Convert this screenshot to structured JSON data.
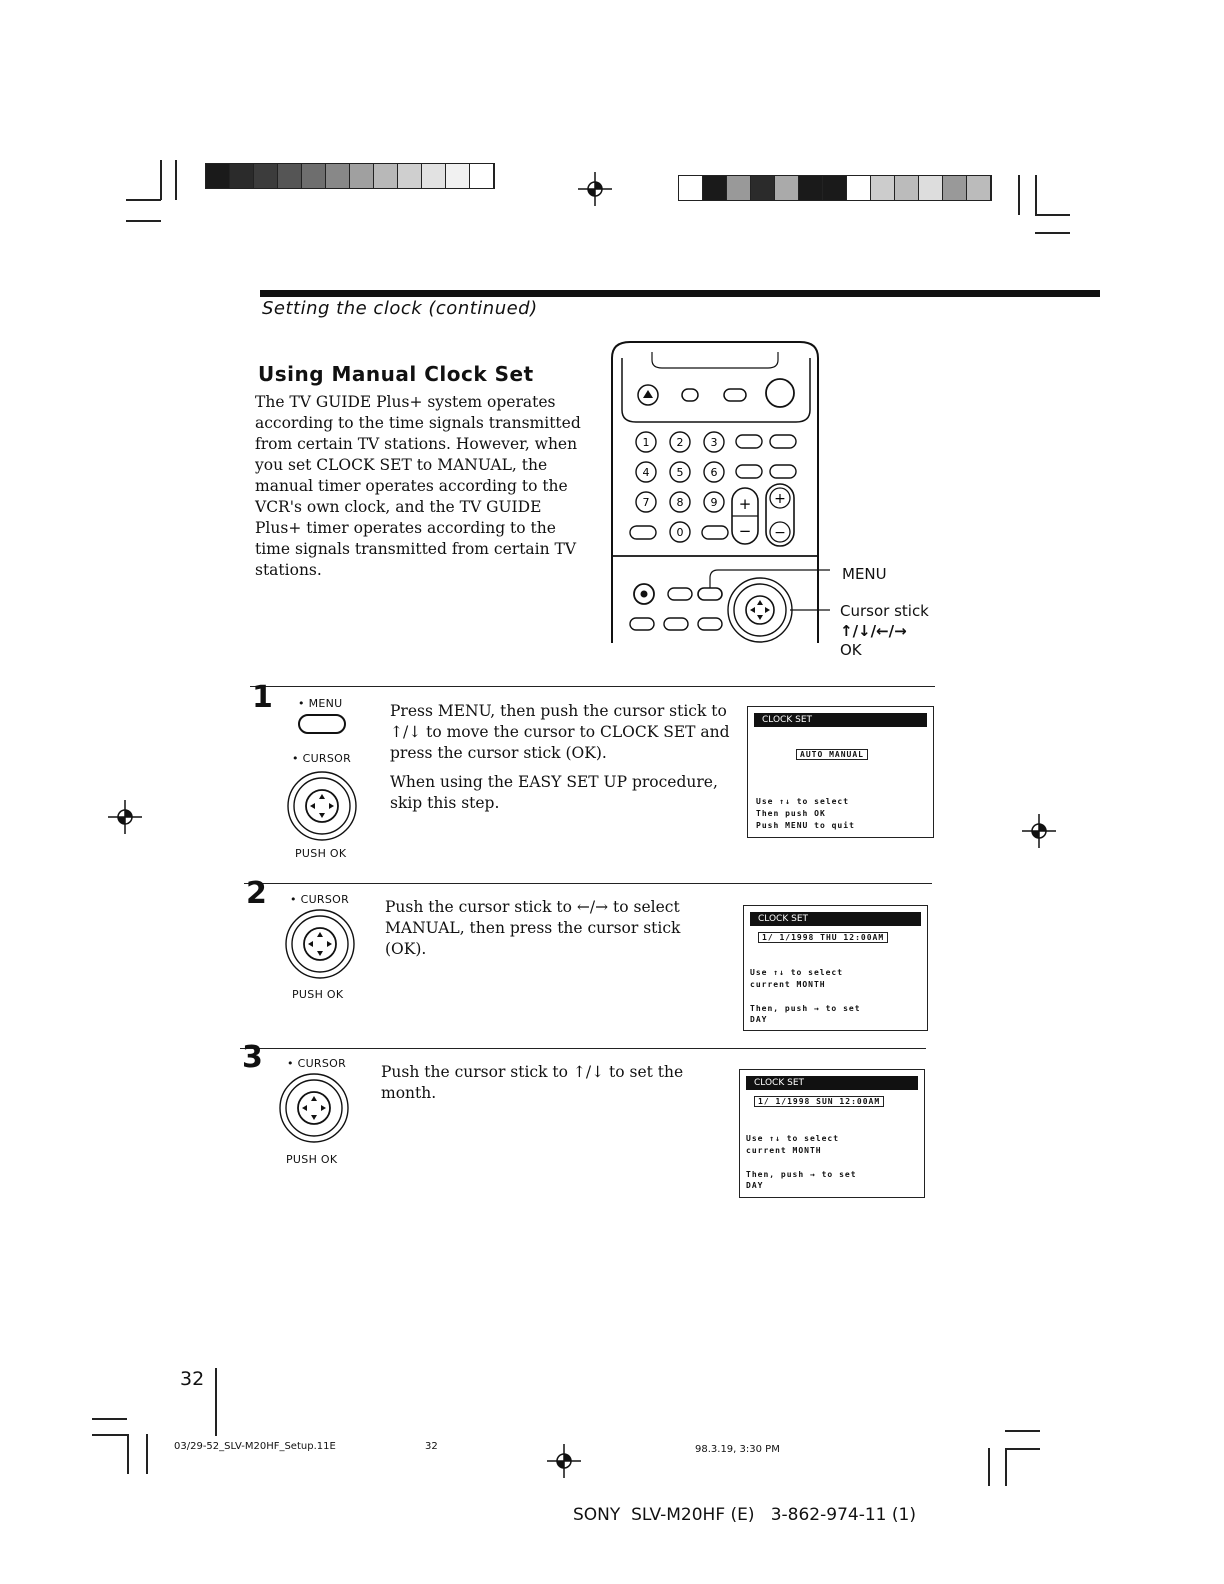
{
  "header": {
    "section_title": "Setting the clock (continued)",
    "heading": "Using Manual Clock Set",
    "intro": "The TV GUIDE Plus+ system operates according to the time signals transmitted from certain TV stations. However, when you set CLOCK SET to MANUAL, the manual timer operates according to the VCR's own clock, and the TV GUIDE Plus+ timer operates according to the time signals transmitted from certain TV stations."
  },
  "remote": {
    "callout_menu": "MENU",
    "callout_cursor": "Cursor stick",
    "callout_arrows": "↑/↓/←/→",
    "callout_ok": "OK",
    "keypad": [
      "1",
      "2",
      "3",
      "4",
      "5",
      "6",
      "7",
      "8",
      "9",
      "0"
    ],
    "plus": "+",
    "minus": "−"
  },
  "steps": [
    {
      "number": "1",
      "label_top": "• MENU",
      "label_mid": "• CURSOR",
      "label_bottom": "PUSH OK",
      "text": "Press MENU, then push the cursor stick to ↑/↓ to move the cursor to CLOCK SET and press the cursor stick (OK).",
      "text2": "When using the EASY SET UP procedure, skip this step.",
      "screen": {
        "title": "CLOCK SET",
        "option": "AUTO  MANUAL",
        "l1": "Use ↑↓ to select",
        "l2": "Then push OK",
        "l3": "Push MENU to quit"
      }
    },
    {
      "number": "2",
      "label_mid": "• CURSOR",
      "label_bottom": "PUSH OK",
      "text": "Push the cursor stick to ←/→ to select MANUAL, then press the cursor stick (OK).",
      "screen": {
        "title": "CLOCK SET",
        "date": "1/ 1/1998  THU  12:00AM",
        "l1": "Use ↑↓ to select",
        "l2": "current  MONTH",
        "l3": "Then, push → to set",
        "l4": "DAY"
      }
    },
    {
      "number": "3",
      "label_mid": "• CURSOR",
      "label_bottom": "PUSH OK",
      "text": "Push the cursor stick to ↑/↓ to set the month.",
      "screen": {
        "title": "CLOCK SET",
        "date": "1/ 1/1998  SUN  12:00AM",
        "l1": "Use ↑↓ to select",
        "l2": "current  MONTH",
        "l3": "Then, push → to set",
        "l4": "DAY"
      }
    }
  ],
  "footer": {
    "page_number": "32",
    "file": "03/29-52_SLV-M20HF_Setup.11E",
    "file_page": "32",
    "timestamp": "98.3.19, 3:30 PM",
    "model": "SONY  SLV-M20HF (E)   3-862-974-11 (1)"
  },
  "colors": {
    "ink": "#111111",
    "paper": "#ffffff"
  }
}
